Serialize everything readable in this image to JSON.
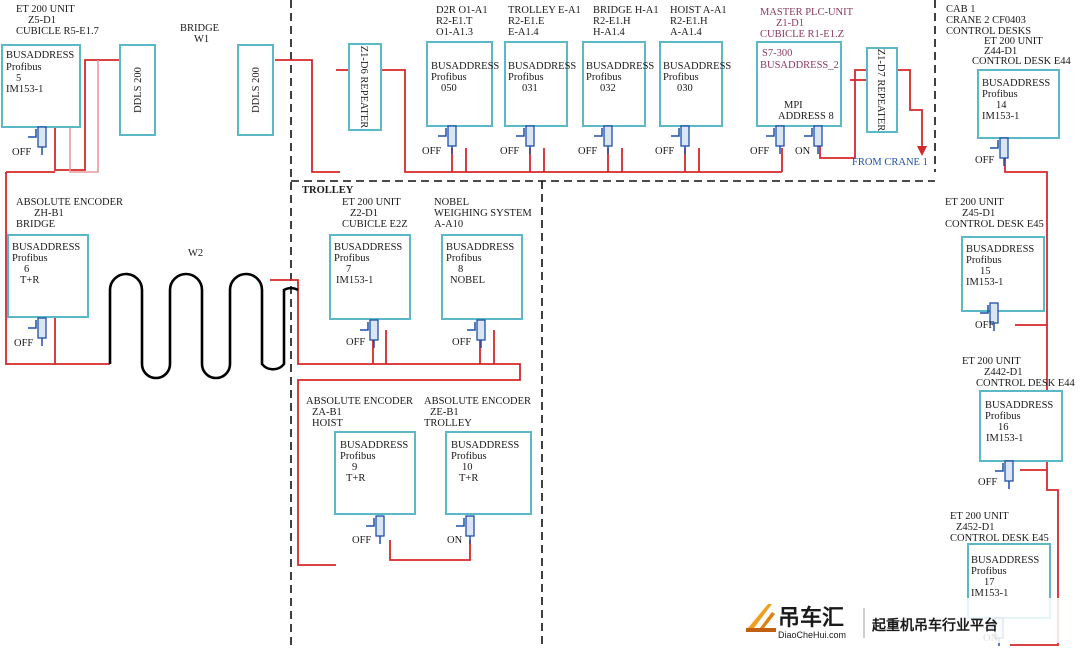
{
  "labels": {
    "unit_top_left": [
      "ET 200 UNIT",
      "Z5-D1",
      "CUBICLE R5-E1.7"
    ],
    "bridge": [
      "BRIDGE",
      "W1"
    ],
    "w2": "W2",
    "trolley_section": "TROLLEY",
    "abs_enc_bridge": [
      "ABSOLUTE ENCODER",
      "ZH-B1",
      "BRIDGE"
    ],
    "et200_z2": [
      "ET 200 UNIT",
      "Z2-D1",
      "CUBICLE E2Z"
    ],
    "nobel": [
      "NOBEL",
      "WEIGHING SYSTEM",
      "A-A10"
    ],
    "abs_enc_hoist": [
      "ABSOLUTE ENCODER",
      "ZA-B1",
      "HOIST"
    ],
    "abs_enc_trolley": [
      "ABSOLUTE ENCODER",
      "ZE-B1",
      "TROLLEY"
    ],
    "d2r": [
      "D2R O1-A1",
      "R2-E1.T",
      "O1-A1.3"
    ],
    "trolley_e": [
      "TROLLEY E-A1",
      "R2-E1.E",
      "E-A1.4"
    ],
    "bridge_h": [
      "BRIDGE H-A1",
      "R2-E1.H",
      "H-A1.4"
    ],
    "hoist_a": [
      "HOIST A-A1",
      "R2-E1.H",
      "A-A1.4"
    ],
    "master_plc": [
      "MASTER PLC-UNIT",
      "Z1-D1",
      "CUBICLE R1-E1.Z"
    ],
    "cab": [
      "CAB 1",
      "CRANE 2 CF0403",
      "CONTROL DESKS",
      "ET 200 UNIT"
    ],
    "z44": [
      "Z44-D1",
      "CONTROL DESK E44"
    ],
    "z45": [
      "ET 200 UNIT",
      "Z45-D1",
      "CONTROL DESK E45"
    ],
    "z442": [
      "ET 200 UNIT",
      "Z442-D1",
      "CONTROL DESK E44"
    ],
    "z452": [
      "ET 200 UNIT",
      "Z452-D1",
      "CONTROL DESK E45"
    ],
    "from_crane": "FROM CRANE 1"
  },
  "boxes": {
    "z5": [
      "BUSADDRESS",
      "Profibus",
      "5",
      "IM153-1"
    ],
    "ddls1": "DDLS 200",
    "ddls2": "DDLS 200",
    "rep_z1d6": "Z1-D6 REPEATER",
    "rep_z1d7": "Z1-D7 REPEATER",
    "b050": [
      "BUSADDRESS",
      "Profibus",
      "050"
    ],
    "b031": [
      "BUSADDRESS",
      "Profibus",
      "031"
    ],
    "b032": [
      "BUSADDRESS",
      "Profibus",
      "032"
    ],
    "b030": [
      "BUSADDRESS",
      "Profibus",
      "030"
    ],
    "plc": [
      "S7-300",
      "BUSADDRESS_2",
      "MPI",
      "ADDRESS 8"
    ],
    "b14": [
      "BUSADDRESS",
      "Profibus",
      "14",
      "IM153-1"
    ],
    "b6": [
      "BUSADDRESS",
      "Profibus",
      "6",
      "T+R"
    ],
    "b7": [
      "BUSADDRESS",
      "Profibus",
      "7",
      "IM153-1"
    ],
    "b8": [
      "BUSADDRESS",
      "Profibus",
      "8",
      "NOBEL"
    ],
    "b9": [
      "BUSADDRESS",
      "Profibus",
      "9",
      "T+R"
    ],
    "b10": [
      "BUSADDRESS",
      "Profibus",
      "10",
      "T+R"
    ],
    "b15": [
      "BUSADDRESS",
      "Profibus",
      "15",
      "IM153-1"
    ],
    "b16": [
      "BUSADDRESS",
      "Profibus",
      "16",
      "IM153-1"
    ],
    "b17": [
      "BUSADDRESS",
      "Profibus",
      "17",
      "IM153-1"
    ]
  },
  "switches": {
    "s_z5": "OFF",
    "s_050": "OFF",
    "s_031": "OFF",
    "s_032": "OFF",
    "s_030": "OFF",
    "s_plc_1": "OFF",
    "s_plc_2": "ON",
    "s_14": "OFF",
    "s_6": "OFF",
    "s_7": "OFF",
    "s_8": "OFF",
    "s_9": "OFF",
    "s_10": "ON",
    "s_15": "OFF",
    "s_16": "OFF",
    "s_17": "ON"
  },
  "watermark": {
    "brand": "吊车汇",
    "url": "DiaoCheHui.com",
    "slogan": "起重机吊车行业平台"
  },
  "colors": {
    "bus_line": "#d62828",
    "box_border": "#5bb8c6",
    "connector": "#1f4fa8",
    "plc_text": "#8b3a62"
  }
}
